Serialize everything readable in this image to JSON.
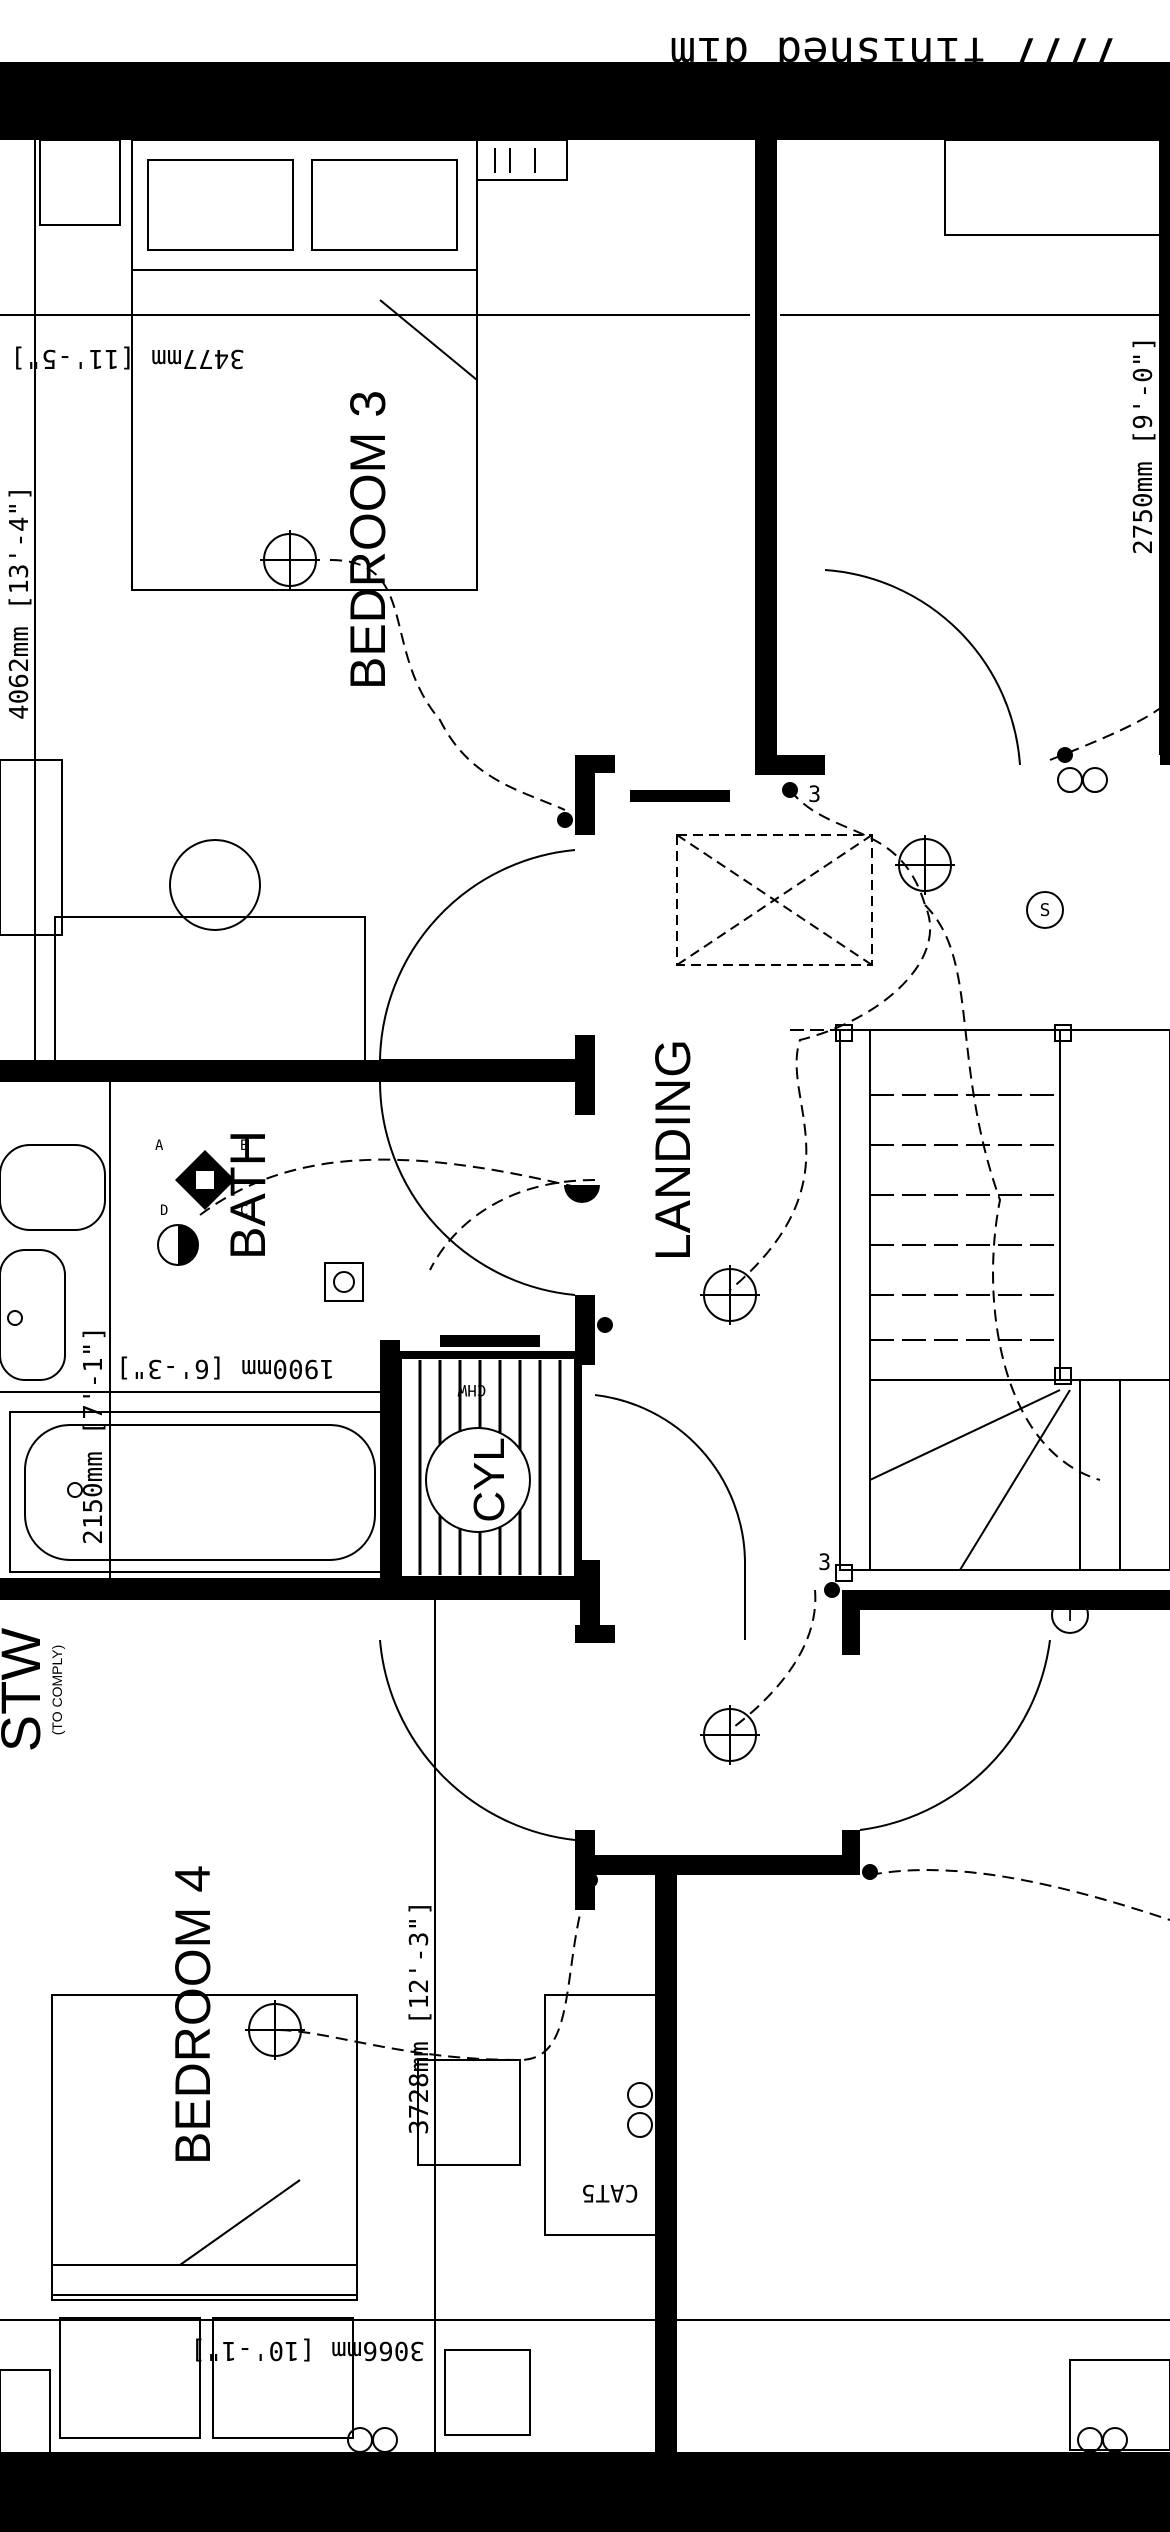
{
  "title_note": "7777 finished dim",
  "rooms": {
    "bedroom3": "BEDROOM 3",
    "bedroom4": "BEDROOM 4",
    "landing": "LANDING",
    "bath": "BATH",
    "cyl": "CYL",
    "stw": "STW",
    "to_comply": "(TO COMPLY)"
  },
  "dimensions": {
    "bedroom3_width": "3477mm [11'-5\"]",
    "bedroom3_length": "4062mm [13'-4\"]",
    "bedroom_right_length": "2750mm [9'-0\"]",
    "bath_length": "2150mm [7'-1\"]",
    "bath_width": "1900mm [6'-3\"]",
    "bedroom4_length": "3728mm [12'-3\"]",
    "bedroom4_width": "3066mm [10'-1\"]"
  },
  "symbols": {
    "cat5": "CAT5",
    "switch_3way": "3",
    "smoke": "S",
    "thermostat": "T",
    "fan_a": "A",
    "fan_b": "B",
    "fan_c": "C",
    "fan_d": "D",
    "chw": "CHW"
  }
}
